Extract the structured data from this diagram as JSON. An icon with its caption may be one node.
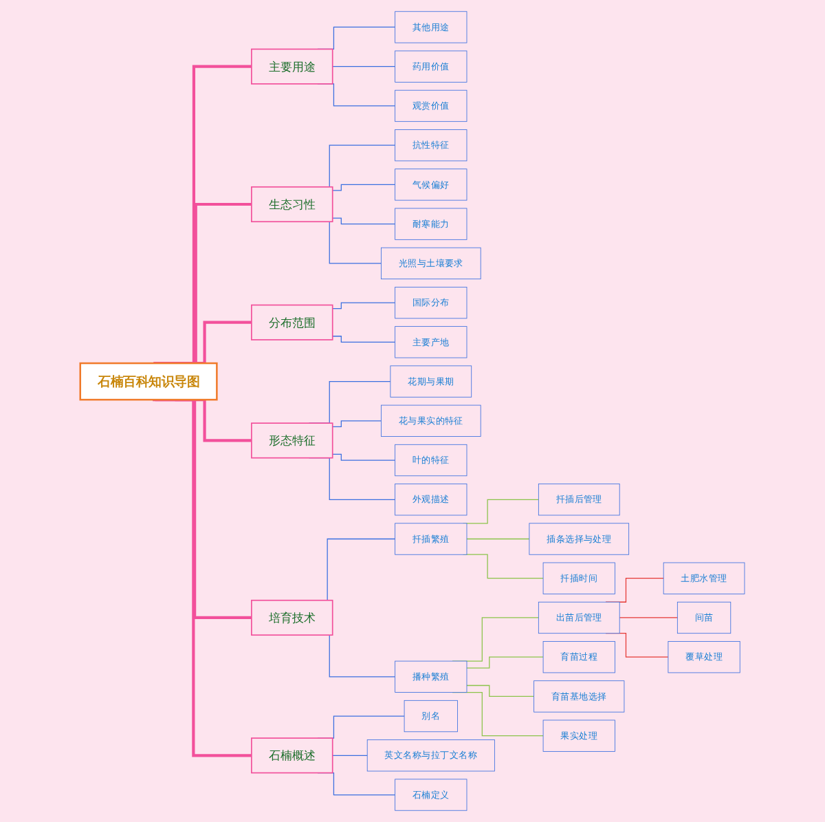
{
  "diagram": {
    "nodes": [
      {
        "text": [
          "石楠百科知识导图"
        ]
      },
      {
        "text": [
          "主要用途"
        ]
      },
      {
        "text": [
          "其他用途"
        ]
      },
      {
        "text": [
          "药用价值"
        ]
      },
      {
        "text": [
          "观赏价值"
        ]
      },
      {
        "text": [
          "生态习性"
        ]
      },
      {
        "text": [
          "抗性特征"
        ]
      },
      {
        "text": [
          "气候偏好"
        ]
      },
      {
        "text": [
          "耐寒能力"
        ]
      },
      {
        "text": [
          "光照与土壤要求"
        ]
      },
      {
        "text": [
          "分布范围"
        ]
      },
      {
        "text": [
          "国际分布"
        ]
      },
      {
        "text": [
          "主要产地"
        ]
      },
      {
        "text": [
          "形态特征"
        ]
      },
      {
        "text": [
          "花期与果期"
        ]
      },
      {
        "text": [
          "花与果实的特征"
        ]
      },
      {
        "text": [
          "叶的特征"
        ]
      },
      {
        "text": [
          "外观描述"
        ]
      },
      {
        "text": [
          "培育技术"
        ]
      },
      {
        "text": [
          "扦插繁殖"
        ]
      },
      {
        "text": [
          "扦插后管理"
        ]
      },
      {
        "text": [
          "插条选择与处理"
        ]
      },
      {
        "text": [
          "扦插时间"
        ]
      },
      {
        "text": [
          "播种繁殖"
        ]
      },
      {
        "text": [
          "出苗后管理"
        ]
      },
      {
        "text": [
          "土肥水管理"
        ]
      },
      {
        "text": [
          "间苗"
        ]
      },
      {
        "text": [
          "覆草处理"
        ]
      },
      {
        "text": [
          "育苗过程"
        ]
      },
      {
        "text": [
          "育苗基地选择"
        ]
      },
      {
        "text": [
          "果实处理"
        ]
      },
      {
        "text": [
          "石楠概述"
        ]
      },
      {
        "text": [
          "别名"
        ]
      },
      {
        "text": [
          "英文名称与拉丁文名称"
        ]
      },
      {
        "text": [
          "石楠定义"
        ]
      }
    ],
    "edges": [
      {
        "from": 0,
        "to": 1,
        "arrow": "none",
        "style": "thick",
        "color": "#f2509b"
      },
      {
        "from": 1,
        "to": 2,
        "arrow": "none"
      },
      {
        "from": 1,
        "to": 3,
        "arrow": "none"
      },
      {
        "from": 1,
        "to": 4,
        "arrow": "none"
      },
      {
        "from": 0,
        "to": 5,
        "arrow": "none",
        "style": "thick",
        "color": "#f2509b"
      },
      {
        "from": 5,
        "to": 6,
        "arrow": "none"
      },
      {
        "from": 5,
        "to": 7,
        "arrow": "none"
      },
      {
        "from": 5,
        "to": 8,
        "arrow": "none"
      },
      {
        "from": 5,
        "to": 9,
        "arrow": "none"
      },
      {
        "from": 0,
        "to": 10,
        "arrow": "none",
        "style": "thick",
        "color": "#f2509b"
      },
      {
        "from": 10,
        "to": 11,
        "arrow": "none"
      },
      {
        "from": 10,
        "to": 12,
        "arrow": "none"
      },
      {
        "from": 0,
        "to": 13,
        "arrow": "none",
        "style": "thick",
        "color": "#f2509b"
      },
      {
        "from": 13,
        "to": 14,
        "arrow": "none"
      },
      {
        "from": 13,
        "to": 15,
        "arrow": "none"
      },
      {
        "from": 13,
        "to": 16,
        "arrow": "none"
      },
      {
        "from": 13,
        "to": 17,
        "arrow": "none"
      },
      {
        "from": 0,
        "to": 18,
        "arrow": "none",
        "style": "thick",
        "color": "#f2509b"
      },
      {
        "from": 18,
        "to": 19,
        "arrow": "none"
      },
      {
        "from": 19,
        "to": 20,
        "arrow": "none",
        "color": "#8bc34a"
      },
      {
        "from": 19,
        "to": 21,
        "arrow": "none",
        "color": "#8bc34a"
      },
      {
        "from": 19,
        "to": 22,
        "arrow": "none",
        "color": "#8bc34a"
      },
      {
        "from": 18,
        "to": 23,
        "arrow": "none"
      },
      {
        "from": 23,
        "to": 24,
        "arrow": "none",
        "color": "#8bc34a"
      },
      {
        "from": 24,
        "to": 25,
        "arrow": "none",
        "color": "#e53935"
      },
      {
        "from": 24,
        "to": 26,
        "arrow": "none",
        "color": "#e53935"
      },
      {
        "from": 24,
        "to": 27,
        "arrow": "none",
        "color": "#e53935"
      },
      {
        "from": 23,
        "to": 28,
        "arrow": "none",
        "color": "#8bc34a"
      },
      {
        "from": 23,
        "to": 29,
        "arrow": "none",
        "color": "#8bc34a"
      },
      {
        "from": 23,
        "to": 30,
        "arrow": "none",
        "color": "#8bc34a"
      },
      {
        "from": 0,
        "to": 31,
        "arrow": "none",
        "style": "thick",
        "color": "#f2509b"
      },
      {
        "from": 31,
        "to": 32,
        "arrow": "none"
      },
      {
        "from": 31,
        "to": 33,
        "arrow": "none"
      },
      {
        "from": 31,
        "to": 34,
        "arrow": "none"
      }
    ]
  }
}
